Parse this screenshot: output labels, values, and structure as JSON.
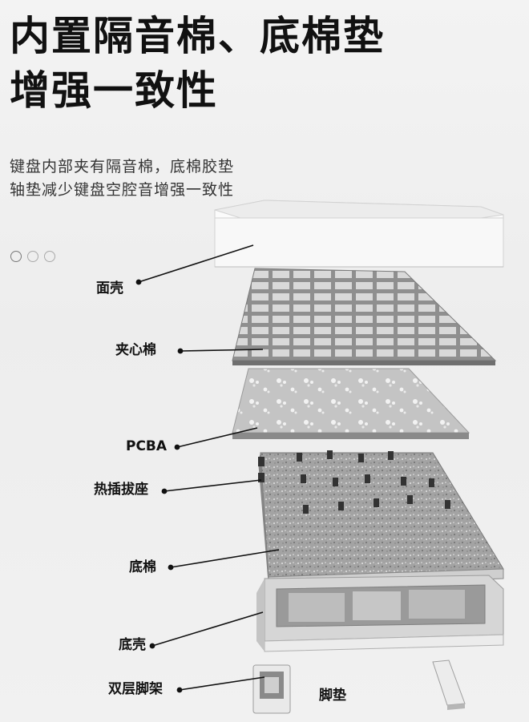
{
  "header": {
    "title_line1": "内置隔音棉、底棉垫",
    "title_line2": "增强一致性",
    "subtitle_line1": "键盘内部夹有隔音棉，底棉胶垫",
    "subtitle_line2": "轴垫减少键盘空腔音增强一致性"
  },
  "carousel": {
    "count": 3,
    "active": 1
  },
  "labels": {
    "top_case": "面壳",
    "sandwich_foam": "夹心棉",
    "pcba": "PCBA",
    "hotswap_socket": "热插拔座",
    "bottom_foam": "底棉",
    "bottom_case": "底壳",
    "dual_stand": "双层脚架",
    "foot_pad": "脚垫"
  },
  "colors": {
    "case_white": "#f7f7f7",
    "plate_gray": "#b5b5b5",
    "pcb_gray": "#c2c2c2",
    "foam_gray": "#9f9f9f",
    "leader_line": "#111111"
  }
}
